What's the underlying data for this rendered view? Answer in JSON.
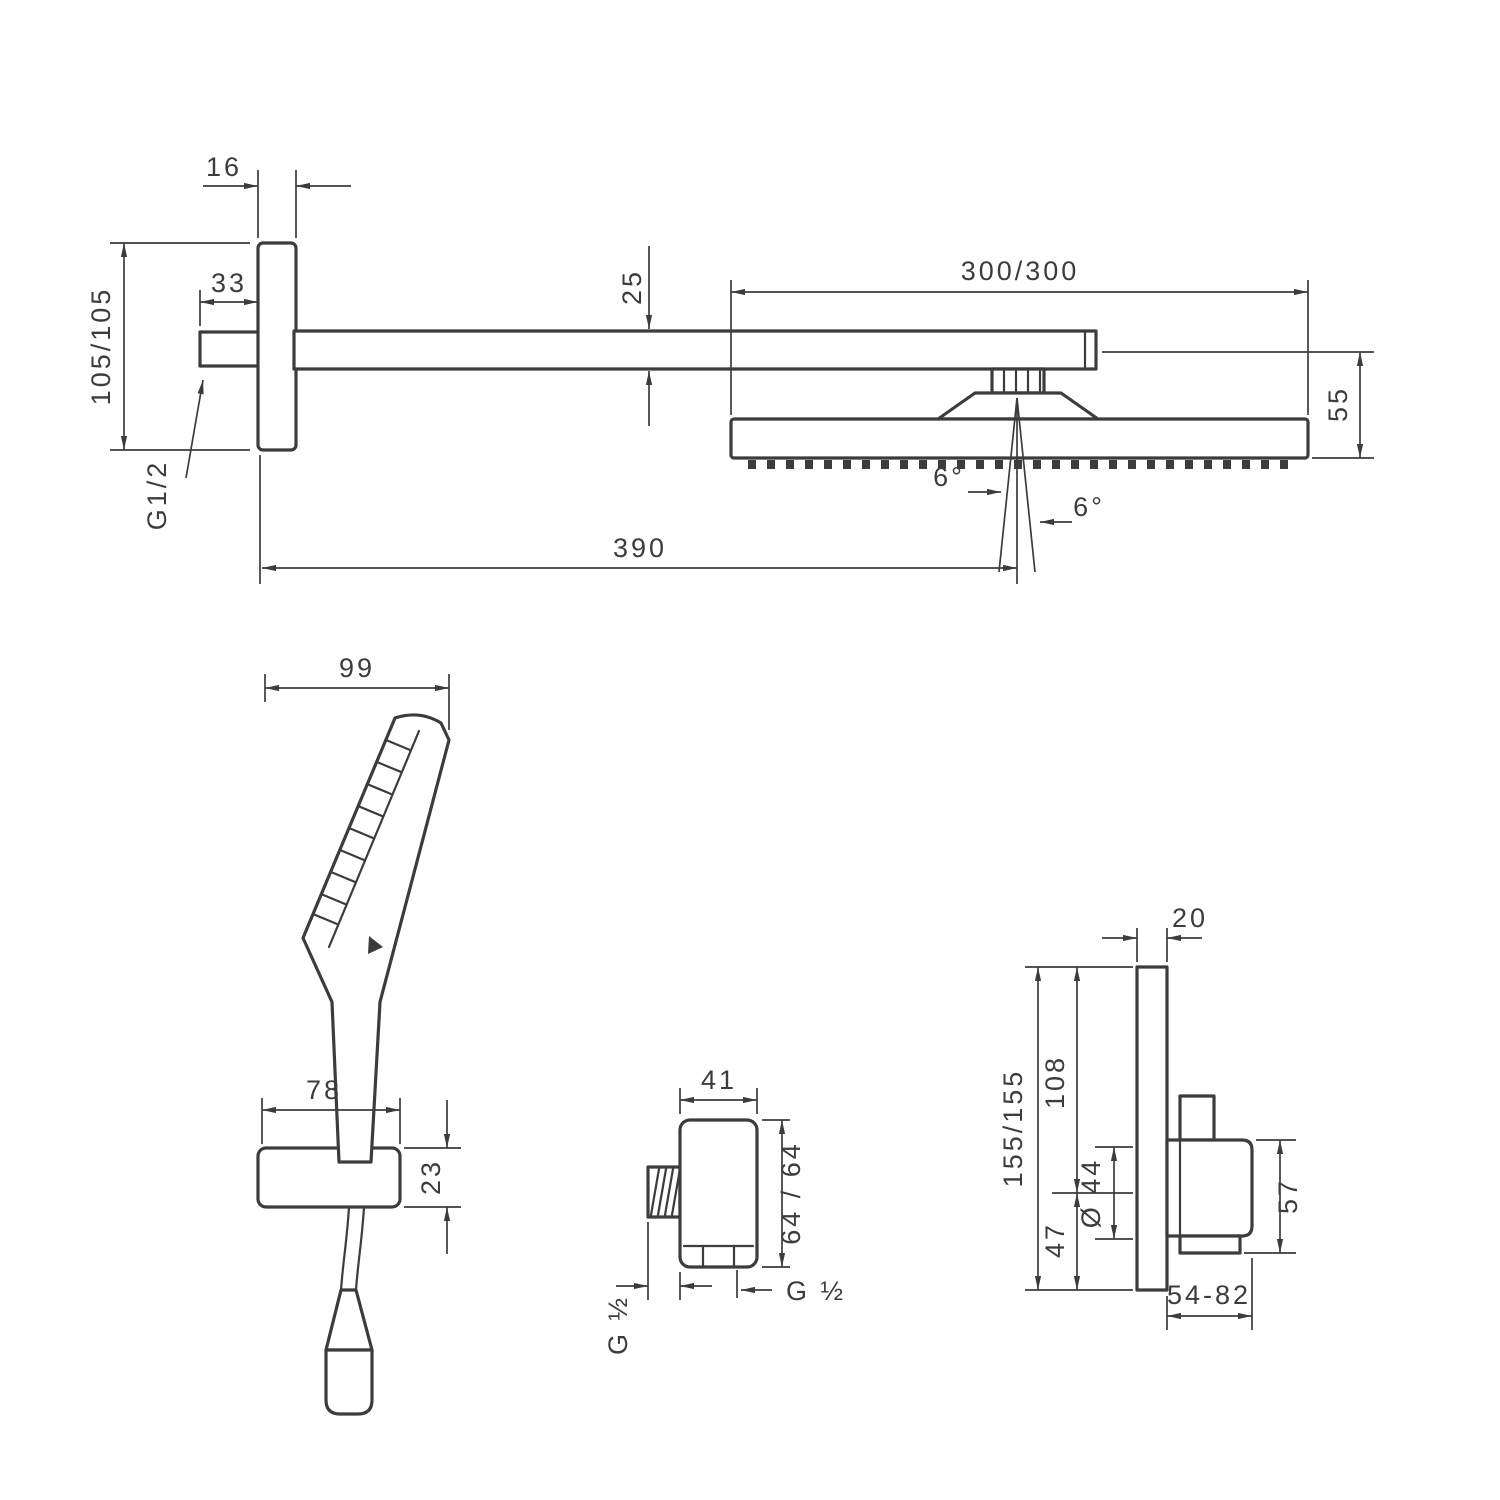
{
  "drawing": {
    "background": "#ffffff",
    "line_color": "#3c3c3c",
    "units": "mm"
  },
  "overhead": {
    "plate_thickness": "16",
    "inlet_offset": "33",
    "plate_size": "105/105",
    "thread": "G1/2",
    "arm_height": "25",
    "head_size": "300/300",
    "head_height": "55",
    "projection": "390",
    "tilt_left": "6°",
    "tilt_right": "6°"
  },
  "handshower": {
    "length": "99",
    "holder_depth": "78",
    "holder_height": "23"
  },
  "outlet": {
    "width": "41",
    "height": "64 / 64",
    "thread_left": "G ½",
    "thread_bottom": "G ½"
  },
  "thermostat": {
    "plate_thickness": "20",
    "plate_size": "155/155",
    "center_from_top": "108",
    "handle_diameter": "Ø 44",
    "center_from_bottom": "47",
    "handle_height": "57",
    "depth_range": "54-82"
  }
}
